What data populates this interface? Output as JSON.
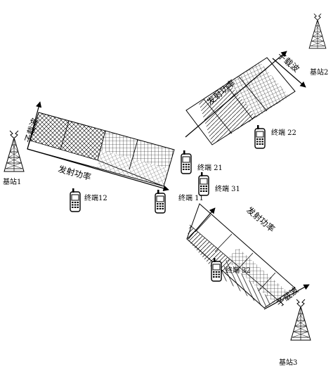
{
  "figure": {
    "base_stations": [
      {
        "id": "bs1",
        "label": "基站1"
      },
      {
        "id": "bs2",
        "label": "基站2"
      },
      {
        "id": "bs3",
        "label": "基站3"
      }
    ],
    "axis_labels": {
      "subcarrier": "子载波",
      "tx_power": "发射功率"
    },
    "terminals": [
      {
        "id": "t11",
        "label": "终端 11"
      },
      {
        "id": "t12",
        "label": "终端12"
      },
      {
        "id": "t21",
        "label": "终端 21"
      },
      {
        "id": "t22",
        "label": "终端 22"
      },
      {
        "id": "t31",
        "label": "终端 31"
      },
      {
        "id": "t32",
        "label": "终端 32"
      }
    ]
  }
}
